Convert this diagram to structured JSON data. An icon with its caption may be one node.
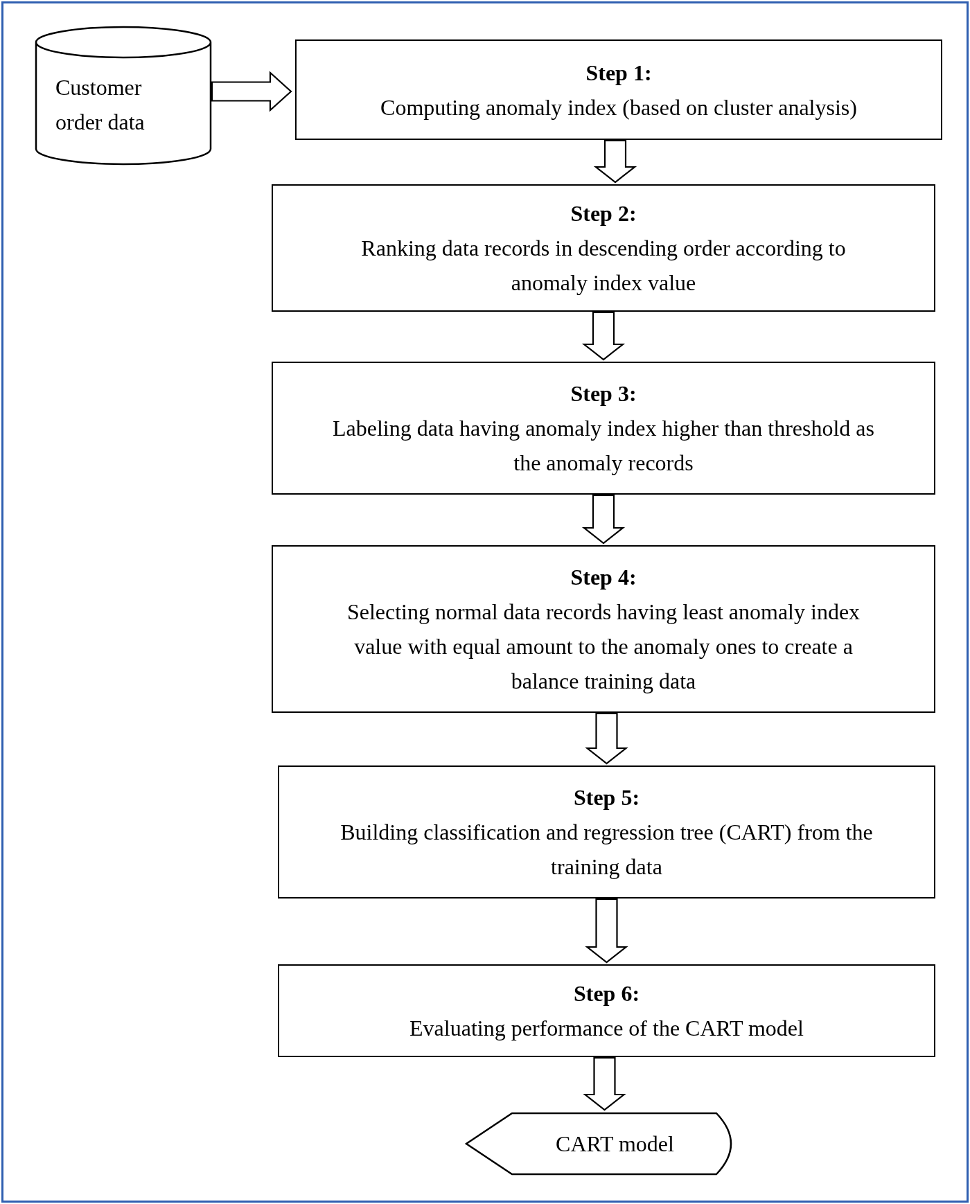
{
  "diagram": {
    "nodes": [
      {
        "text": [
          "Customer order data"
        ]
      },
      {
        "text": [
          "Step 1:",
          "Computing anomaly index (based on cluster analysis)"
        ]
      },
      {
        "text": [
          "Step 2:",
          "Ranking data records in descending order according to anomaly index value"
        ]
      },
      {
        "text": [
          "Step 3:",
          "Labeling data having anomaly index higher than threshold as the anomaly records"
        ]
      },
      {
        "text": [
          "Step 4:",
          "Selecting normal data records having least anomaly index value with equal amount to the anomaly ones to create a balance training data"
        ]
      },
      {
        "text": [
          "Step 5:",
          "Building classification and regression tree (CART) from the training data"
        ]
      },
      {
        "text": [
          "Step 6:",
          "Evaluating performance of the CART model"
        ]
      },
      {
        "text": [
          "CART model"
        ]
      }
    ],
    "edges": [
      {
        "from": 0,
        "to": 1,
        "arrow": "to"
      },
      {
        "from": 1,
        "to": 2,
        "arrow": "to"
      },
      {
        "from": 2,
        "to": 3,
        "arrow": "to"
      },
      {
        "from": 3,
        "to": 4,
        "arrow": "to"
      },
      {
        "from": 4,
        "to": 5,
        "arrow": "to"
      },
      {
        "from": 5,
        "to": 6,
        "arrow": "to"
      },
      {
        "from": 6,
        "to": 7,
        "arrow": "to"
      }
    ]
  }
}
